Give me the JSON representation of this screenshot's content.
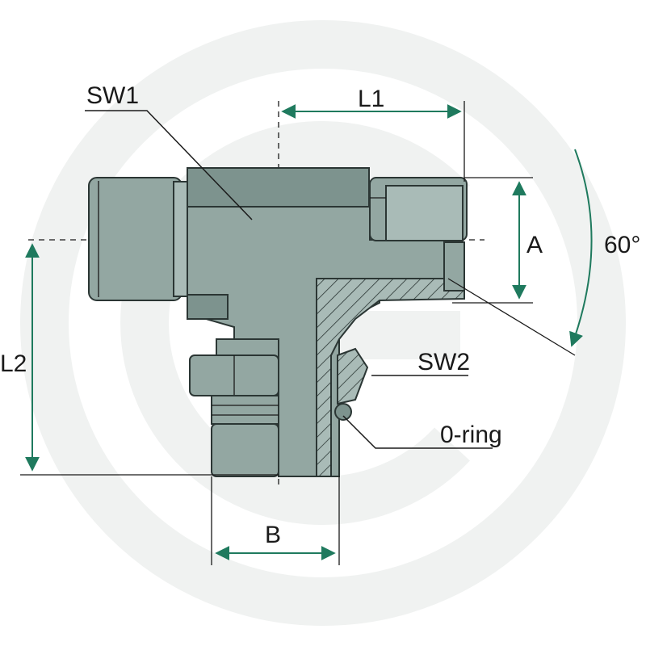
{
  "labels": {
    "sw1": "SW1",
    "l1": "L1",
    "a": "A",
    "angle": "60°",
    "l2": "L2",
    "sw2": "SW2",
    "oring": "0-ring",
    "b": "B"
  },
  "colors": {
    "metal": "#93a7a2",
    "dimension": "#1f7a5e",
    "watermark": "#eef1f0"
  }
}
